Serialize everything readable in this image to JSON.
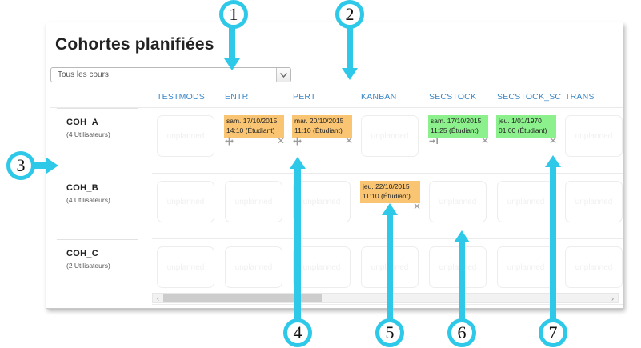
{
  "page": {
    "title": "Cohortes planifiées"
  },
  "filter": {
    "label": "Tous les cours",
    "icon": "chevron-down-icon"
  },
  "table": {
    "columns": [
      "TESTMODS",
      "ENTR",
      "PERT",
      "KANBAN",
      "SECSTOCK",
      "SECSTOCK_SC",
      "TRANS"
    ],
    "unplanned_label": "unplanned",
    "rows": [
      {
        "name": "COH_A",
        "users": "(4 Utilisateurs)",
        "cells": [
          {
            "state": "unplanned"
          },
          {
            "state": "planned",
            "color": "orange",
            "line1": "sam. 17/10/2015",
            "line2": "14:10 (Étudiant)",
            "left_icon": "move-icon",
            "right_icon": "close-icon"
          },
          {
            "state": "planned",
            "color": "orange",
            "line1": "mar. 20/10/2015",
            "line2": "11:10 (Étudiant)",
            "left_icon": "move-icon",
            "right_icon": "close-icon"
          },
          {
            "state": "unplanned"
          },
          {
            "state": "planned",
            "color": "green",
            "line1": "sam. 17/10/2015",
            "line2": "11:25 (Étudiant)",
            "left_icon": "arrow-to-bar-icon",
            "right_icon": "close-icon"
          },
          {
            "state": "planned",
            "color": "green",
            "line1": "jeu. 1/01/1970",
            "line2": "01:00 (Étudiant)",
            "left_icon": "",
            "right_icon": "close-icon"
          },
          {
            "state": "unplanned"
          }
        ]
      },
      {
        "name": "COH_B",
        "users": "(4 Utilisateurs)",
        "cells": [
          {
            "state": "unplanned"
          },
          {
            "state": "unplanned"
          },
          {
            "state": "unplanned"
          },
          {
            "state": "planned",
            "color": "orange",
            "line1": "jeu. 22/10/2015",
            "line2": "11:10 (Étudiant)",
            "left_icon": "",
            "right_icon": "close-icon"
          },
          {
            "state": "unplanned"
          },
          {
            "state": "unplanned"
          },
          {
            "state": "unplanned"
          }
        ]
      },
      {
        "name": "COH_C",
        "users": "(2 Utilisateurs)",
        "cells": [
          {
            "state": "unplanned"
          },
          {
            "state": "unplanned"
          },
          {
            "state": "unplanned"
          },
          {
            "state": "unplanned"
          },
          {
            "state": "unplanned"
          },
          {
            "state": "unplanned"
          },
          {
            "state": "unplanned"
          }
        ]
      }
    ]
  },
  "scrollbar": {
    "left_arrow": "‹",
    "right_arrow": "›"
  },
  "callouts": [
    {
      "n": "1"
    },
    {
      "n": "2"
    },
    {
      "n": "3"
    },
    {
      "n": "4"
    },
    {
      "n": "5"
    },
    {
      "n": "6"
    },
    {
      "n": "7"
    }
  ],
  "colors": {
    "accent": "#2ec9e8",
    "header_text": "#3a87c8",
    "chip_orange": "#f9c573",
    "chip_green": "#8cf08c"
  }
}
